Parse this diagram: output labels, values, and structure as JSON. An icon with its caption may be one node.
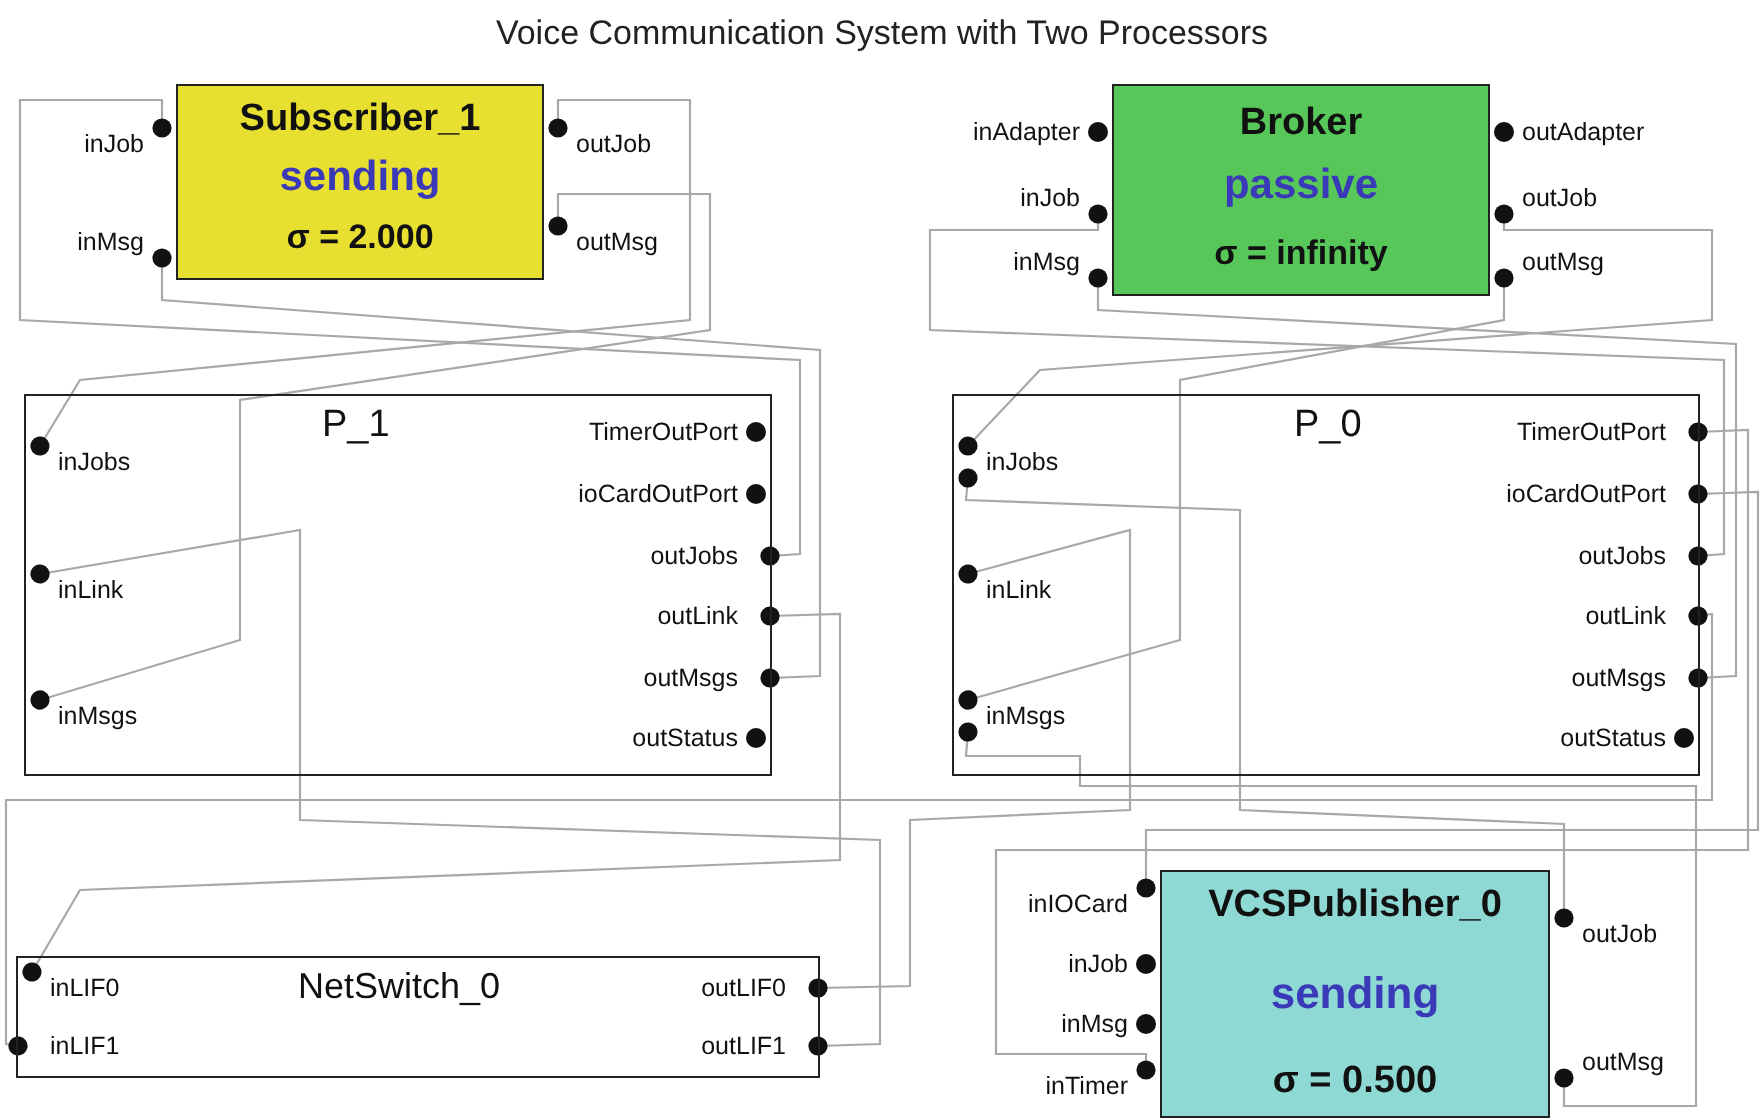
{
  "diagram": {
    "title": "Voice Communication System with Two Processors",
    "nodes": [
      {
        "text": [
          "Subscriber_1",
          "sending",
          "σ = 2.000"
        ]
      },
      {
        "text": [
          "inJob"
        ]
      },
      {
        "text": [
          "inMsg"
        ]
      },
      {
        "text": [
          "outJob"
        ]
      },
      {
        "text": [
          "outMsg"
        ]
      },
      {
        "text": [
          "Broker",
          "passive",
          "σ = infinity"
        ]
      },
      {
        "text": [
          "inAdapter"
        ]
      },
      {
        "text": [
          "inJob"
        ]
      },
      {
        "text": [
          "inMsg"
        ]
      },
      {
        "text": [
          "outAdapter"
        ]
      },
      {
        "text": [
          "outJob"
        ]
      },
      {
        "text": [
          "outMsg"
        ]
      },
      {
        "text": [
          "P_1"
        ]
      },
      {
        "text": [
          "inJobs"
        ],
        "in": 12
      },
      {
        "text": [
          "inLink"
        ],
        "in": 12
      },
      {
        "text": [
          "inMsgs"
        ],
        "in": 12
      },
      {
        "text": [
          "TimerOutPort"
        ],
        "in": 12
      },
      {
        "text": [
          "ioCardOutPort"
        ],
        "in": 12
      },
      {
        "text": [
          "outJobs"
        ],
        "in": 12
      },
      {
        "text": [
          "outLink"
        ],
        "in": 12
      },
      {
        "text": [
          "outMsgs"
        ],
        "in": 12
      },
      {
        "text": [
          "outStatus"
        ],
        "in": 12
      },
      {
        "text": [
          "P_0"
        ]
      },
      {
        "text": [
          "inJobs"
        ],
        "in": 22
      },
      {
        "text": [
          "inLink"
        ],
        "in": 22
      },
      {
        "text": [
          "inMsgs"
        ],
        "in": 22
      },
      {
        "text": [
          "TimerOutPort"
        ],
        "in": 22
      },
      {
        "text": [
          "ioCardOutPort"
        ],
        "in": 22
      },
      {
        "text": [
          "outJobs"
        ],
        "in": 22
      },
      {
        "text": [
          "outLink"
        ],
        "in": 22
      },
      {
        "text": [
          "outMsgs"
        ],
        "in": 22
      },
      {
        "text": [
          "outStatus"
        ],
        "in": 22
      },
      {
        "text": [
          "NetSwitch_0"
        ]
      },
      {
        "text": [
          "inLIF0"
        ],
        "in": 32
      },
      {
        "text": [
          "inLIF1"
        ],
        "in": 32
      },
      {
        "text": [
          "outLIF0"
        ],
        "in": 32
      },
      {
        "text": [
          "outLIF1"
        ],
        "in": 32
      },
      {
        "text": [
          "VCSPublisher_0",
          "sending",
          "σ = 0.500"
        ]
      },
      {
        "text": [
          "inIOCard"
        ]
      },
      {
        "text": [
          "inJob"
        ]
      },
      {
        "text": [
          "inMsg"
        ]
      },
      {
        "text": [
          "inTimer"
        ]
      },
      {
        "text": [
          "outJob"
        ]
      },
      {
        "text": [
          "outMsg"
        ]
      }
    ],
    "edges": [
      {
        "from": 3,
        "to": 13,
        "arrow": "other"
      },
      {
        "from": 4,
        "to": 15,
        "arrow": "other"
      },
      {
        "from": 18,
        "to": 1,
        "arrow": "other"
      },
      {
        "from": 20,
        "to": 2,
        "arrow": "other"
      },
      {
        "from": 10,
        "to": 23,
        "arrow": "other"
      },
      {
        "from": 11,
        "to": 25,
        "arrow": "other"
      },
      {
        "from": 28,
        "to": 7,
        "arrow": "other"
      },
      {
        "from": 30,
        "to": 8,
        "arrow": "other"
      },
      {
        "from": 19,
        "to": 33,
        "arrow": "other"
      },
      {
        "from": 36,
        "to": 14,
        "arrow": "other"
      },
      {
        "from": 29,
        "to": 34,
        "arrow": "other"
      },
      {
        "from": 35,
        "to": 24,
        "arrow": "other"
      },
      {
        "from": 26,
        "to": 41,
        "arrow": "other"
      },
      {
        "from": 27,
        "to": 38,
        "arrow": "other"
      },
      {
        "from": 42,
        "to": 23,
        "arrow": "other"
      },
      {
        "from": 43,
        "to": 25,
        "arrow": "other"
      }
    ]
  }
}
